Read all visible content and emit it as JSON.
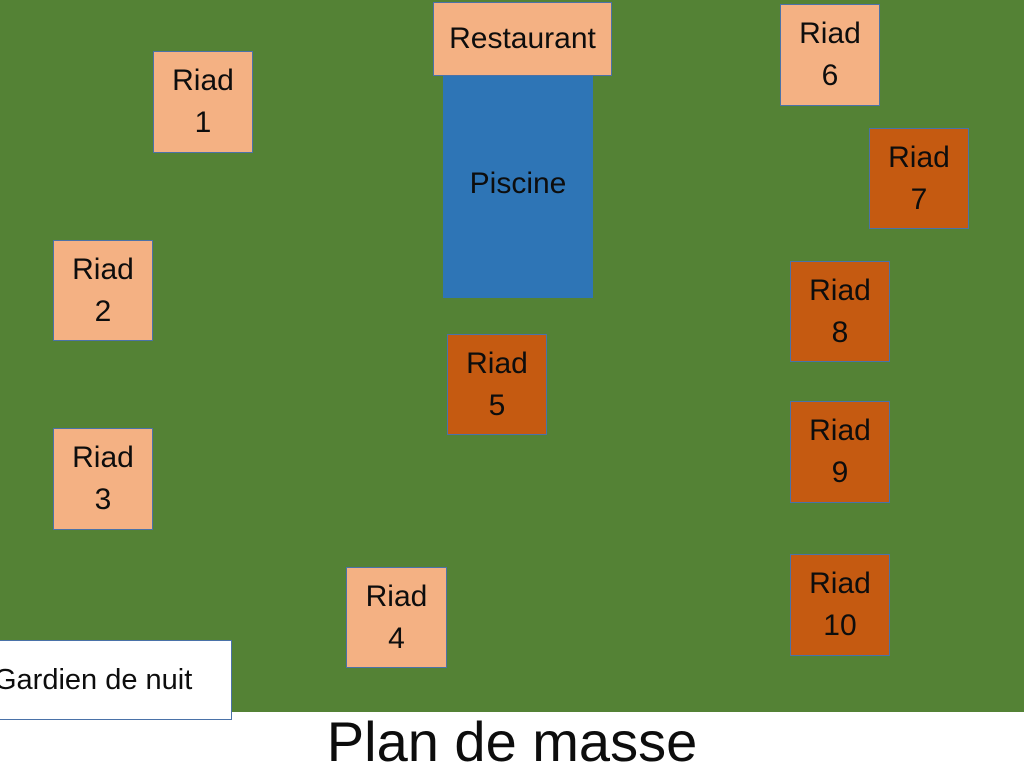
{
  "title": "Plan de masse",
  "colors": {
    "ground": "#548235",
    "riad_light": "#f4b183",
    "riad_dark": "#c55a11",
    "pool": "#2e75b6"
  },
  "restaurant": "Restaurant",
  "piscine": "Piscine",
  "gardien": "Gardien de nuit",
  "riads": [
    {
      "word": "Riad",
      "num": "1"
    },
    {
      "word": "Riad",
      "num": "2"
    },
    {
      "word": "Riad",
      "num": "3"
    },
    {
      "word": "Riad",
      "num": "4"
    },
    {
      "word": "Riad",
      "num": "5"
    },
    {
      "word": "Riad",
      "num": "6"
    },
    {
      "word": "Riad",
      "num": "7"
    },
    {
      "word": "Riad",
      "num": "8"
    },
    {
      "word": "Riad",
      "num": "9"
    },
    {
      "word": "Riad",
      "num": "10"
    }
  ]
}
